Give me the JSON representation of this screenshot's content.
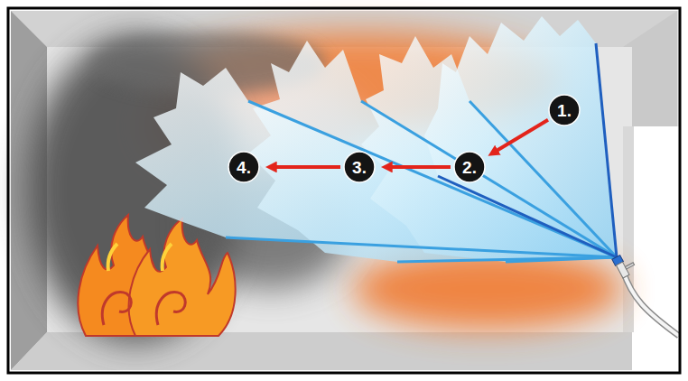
{
  "diagram": {
    "nodes": [
      {
        "text": [
          "1."
        ]
      },
      {
        "text": [
          "2."
        ]
      },
      {
        "text": [
          "3."
        ]
      },
      {
        "text": [
          "4."
        ]
      }
    ],
    "edges": [
      {
        "from": 0,
        "to": 1,
        "arrow": "to"
      },
      {
        "from": 1,
        "to": 2,
        "arrow": "to"
      },
      {
        "from": 2,
        "to": 3,
        "arrow": "to"
      }
    ]
  }
}
